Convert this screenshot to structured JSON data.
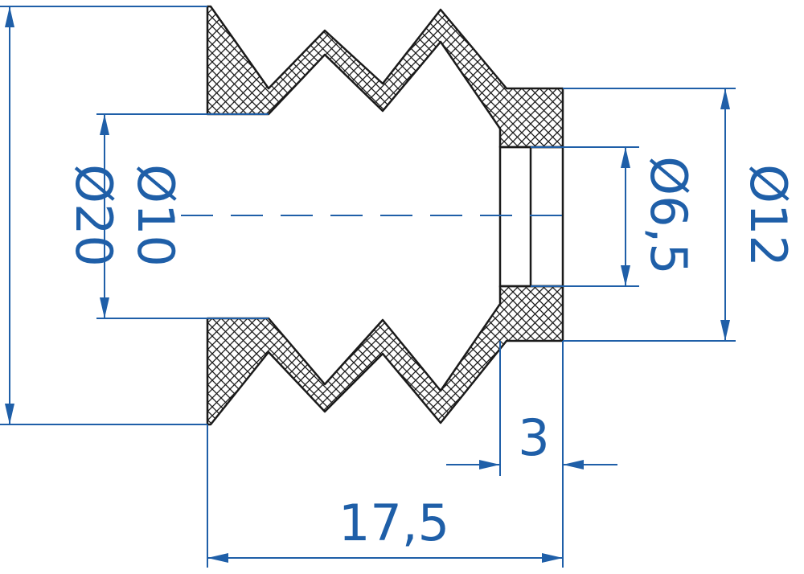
{
  "dimensions": {
    "outer_diameter": "Ø20",
    "inner_diameter": "Ø10",
    "bore_diameter": "Ø6,5",
    "collar_diameter": "Ø12",
    "collar_width": "3",
    "total_length": "17,5"
  },
  "colors": {
    "dimension": "#1f5fa8",
    "outline": "#1a1a1a",
    "background": "#ffffff"
  }
}
